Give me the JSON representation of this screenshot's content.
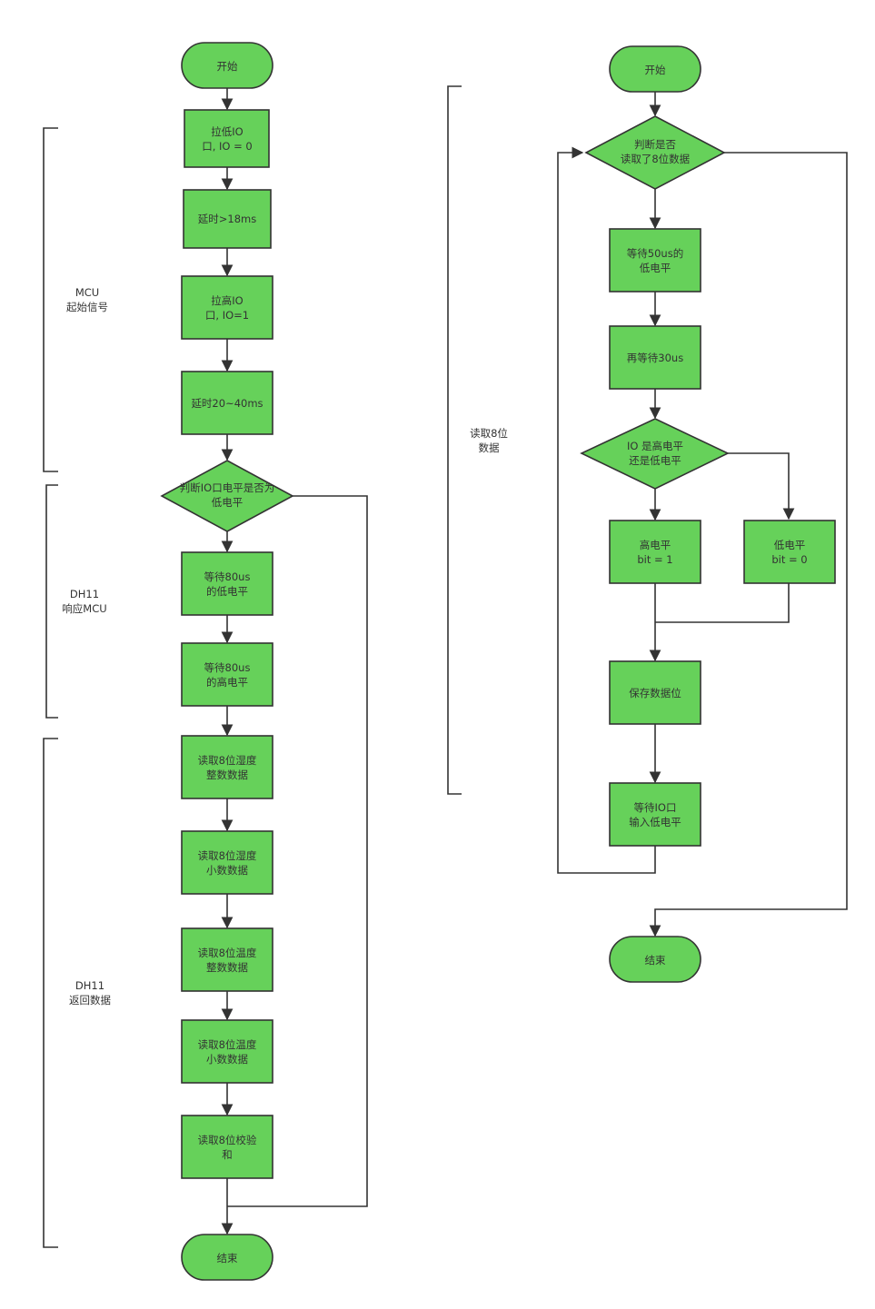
{
  "colors": {
    "fill": "#66d15a",
    "stroke": "#333333",
    "text": "#333333",
    "background": "#ffffff"
  },
  "left": {
    "start": [
      "开始"
    ],
    "n1": [
      "拉低IO",
      "口, IO = 0"
    ],
    "n2": [
      "延时>18ms"
    ],
    "n3": [
      "拉高IO",
      "口, IO=1"
    ],
    "n4": [
      "延时20~40ms"
    ],
    "d1": [
      "判断IO口电平是否为",
      "低电平"
    ],
    "n5": [
      "等待80us",
      "的低电平"
    ],
    "n6": [
      "等待80us",
      "的高电平"
    ],
    "n7": [
      "读取8位湿度",
      "整数数据"
    ],
    "n8": [
      "读取8位湿度",
      "小数数据"
    ],
    "n9": [
      "读取8位温度",
      "整数数据"
    ],
    "n10": [
      "读取8位温度",
      "小数数据"
    ],
    "n11": [
      "读取8位校验",
      "和"
    ],
    "end": [
      "结束"
    ]
  },
  "right": {
    "start": [
      "开始"
    ],
    "d1": [
      "判断是否",
      "读取了8位数据"
    ],
    "n1": [
      "等待50us的",
      "低电平"
    ],
    "n2": [
      "再等待30us"
    ],
    "d2": [
      "IO 是高电平",
      "还是低电平"
    ],
    "n3": [
      "高电平",
      "bit = 1"
    ],
    "n4": [
      "低电平",
      "bit = 0"
    ],
    "n5": [
      "保存数据位"
    ],
    "n6": [
      "等待IO口",
      "输入低电平"
    ],
    "end": [
      "结束"
    ]
  },
  "brackets": {
    "mcu": [
      "MCU",
      "起始信号"
    ],
    "respond": [
      "DH11",
      "响应MCU"
    ],
    "return": [
      "DH11",
      "返回数据"
    ],
    "read8": [
      "读取8位",
      "数据"
    ]
  }
}
